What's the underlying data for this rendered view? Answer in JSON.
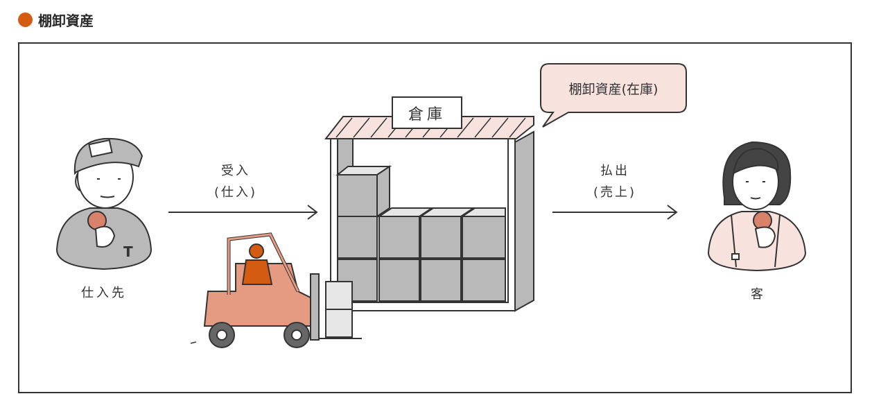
{
  "title": "棚卸資産",
  "colors": {
    "accent": "#d45c12",
    "pink": "#f7e2de",
    "gray": "#b9b9b9",
    "line": "#333333"
  },
  "supplier": {
    "label": "仕入先"
  },
  "inbound": {
    "line1": "受入",
    "line2": "(仕入)"
  },
  "warehouse": {
    "sign": "倉庫"
  },
  "bubble": {
    "text": "棚卸資産(在庫)"
  },
  "outbound": {
    "line1": "払出",
    "line2": "(売上)"
  },
  "customer": {
    "label": "客"
  }
}
